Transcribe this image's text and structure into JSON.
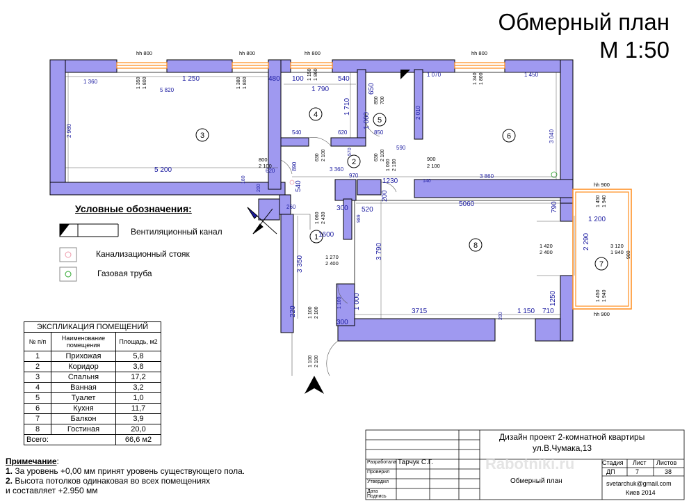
{
  "title": {
    "line1": "Обмерный план",
    "line2": "М 1:50"
  },
  "rooms": [
    {
      "num": "1"
    },
    {
      "num": "2"
    },
    {
      "num": "3"
    },
    {
      "num": "4"
    },
    {
      "num": "5"
    },
    {
      "num": "6"
    },
    {
      "num": "7"
    },
    {
      "num": "8"
    }
  ],
  "dims": {
    "hh_a": "hh 800",
    "hh_b": "hh 800",
    "hh_c": "hh 800",
    "hh_d": "hh 800",
    "hh_e": "hh 900",
    "hh_f": "hh 900",
    "d1360": "1 360",
    "d1250": "1 250",
    "d5820": "5 820",
    "d480": "480",
    "d100": "100",
    "d1790": "1 790",
    "d540a": "540",
    "d650": "650",
    "d1070": "1 070",
    "d1450": "1 450",
    "d1350": "1 350",
    "d1800a": "1 800",
    "d1380": "1 380",
    "d1800b": "1 800",
    "d1150": "1 150",
    "d1860": "1 860",
    "d1340": "1 340",
    "d1800c": "1 800",
    "d2980": "2 980",
    "d1710": "1 710",
    "d850a": "850",
    "d700": "700",
    "d1060a": "1 060",
    "d850b": "850",
    "d2010": "2 010",
    "d3040": "3 040",
    "d540b": "540",
    "d620a": "620",
    "d590": "590",
    "d800": "800",
    "d2100a": "2 100",
    "d630a": "630",
    "d2100b": "2 100",
    "d570": "570",
    "d630b": "630",
    "d2100c": "2 100",
    "d1000": "1 000",
    "d2100d": "2 100",
    "d900": "900",
    "d2100e": "2 100",
    "d5200": "5 200",
    "d620b": "620",
    "d890": "890",
    "d3360": "3 360",
    "d970": "970",
    "d1230": "1230",
    "d140": "140",
    "d3860": "3 860",
    "d180": "180",
    "d200a": "200",
    "d540c": "540",
    "d260": "260",
    "d300a": "300",
    "d520": "520",
    "d200b": "200",
    "d5060": "5060",
    "d790": "790",
    "d1450b": "1 450",
    "d1940a": "1 940",
    "d1060b": "1 060",
    "d2430": "2 430",
    "d989": "989",
    "d1600": "1600",
    "d1200": "1 200",
    "d1420": "1 420",
    "d2400a": "2 400",
    "d2290": "2 290",
    "d3120": "3 120",
    "d1940b": "1 940",
    "d3350": "3 350",
    "d1270": "1 270",
    "d2400b": "2 400",
    "d3790": "3 790",
    "d220": "220",
    "d1100a": "1 100",
    "d2100f": "2 100",
    "d1100b": "1 100",
    "d1000b": "1 000",
    "d3715": "3715",
    "d200c": "200",
    "d1150b": "1 150",
    "d710": "710",
    "d1250b": "1250",
    "d1450c": "1 450",
    "d1940c": "1 940",
    "d300b": "300",
    "d1100c": "1 100",
    "d2100g": "2 100",
    "d900b": "900"
  },
  "legend": {
    "heading": "Условные обозначения:",
    "vent": "Вентиляционный канал",
    "sewer": "Канализационный стояк",
    "gas": "Газовая труба"
  },
  "explication": {
    "title": "ЭКСПЛИКАЦИЯ  ПОМЕЩЕНИЙ",
    "headers": [
      "№ п/п",
      "Наименование помещения",
      "Площадь, м2"
    ],
    "rows": [
      [
        "1",
        "Прихожая",
        "5,8"
      ],
      [
        "2",
        "Коридор",
        "3,8"
      ],
      [
        "3",
        "Спальня",
        "17,2"
      ],
      [
        "4",
        "Ванная",
        "3,2"
      ],
      [
        "5",
        "Туалет",
        "1,0"
      ],
      [
        "6",
        "Кухня",
        "11,7"
      ],
      [
        "7",
        "Балкон",
        "3,9"
      ],
      [
        "8",
        "Гостиная",
        "20,0"
      ]
    ],
    "total_label": "Всего:",
    "total_value": "66,6 м2"
  },
  "note": {
    "heading": "Примечание",
    "l1_num": "1.",
    "l1": " За уровень +0,00 мм принят уровень существующего пола.",
    "l2_num": "2.",
    "l2": " Высота потолков одинаковая во всех помещениях",
    "l3": "и составляет +2.950 мм"
  },
  "stamp": {
    "project": "Дизайн проект 2-комнатной квартиры",
    "address": "ул.В.Чумака,13",
    "dev_label": "Разработала",
    "dev_name": "Тарчук С.Г.",
    "check": "Проверил",
    "approve": "Утвердил",
    "date": "Дата",
    "sign": "Подпись",
    "sheet_name": "Обмерный план",
    "stage_h": "Стадия",
    "sheet_h": "Лист",
    "sheets_h": "Листов",
    "stage": "ДП",
    "sheet": "7",
    "sheets": "38",
    "email": "svetarchuk@gmail.com",
    "city": "Киев 2014"
  },
  "watermark": "Rabotniki.ru",
  "colors": {
    "wall": "#9f99f0",
    "dim": "#1a1aa0",
    "frame": "#ff8c1a",
    "gas": "#2aa52a"
  }
}
